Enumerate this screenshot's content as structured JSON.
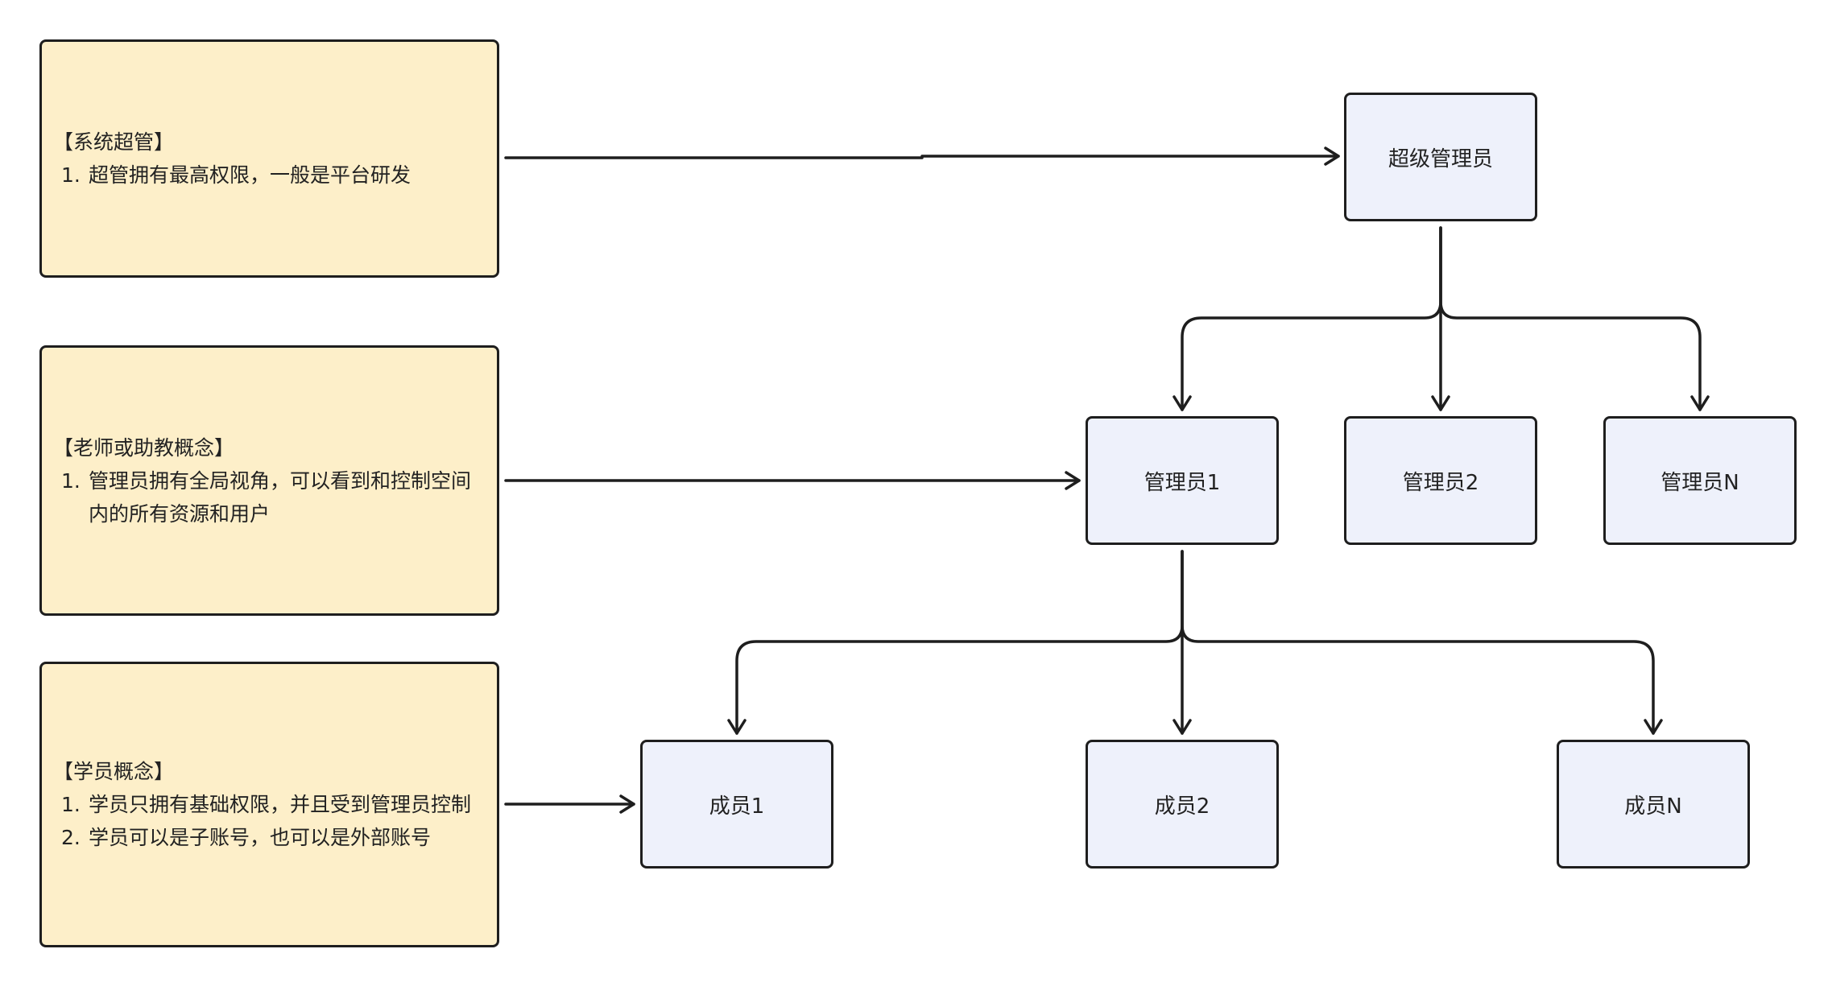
{
  "notes": [
    {
      "heading": "【系统超管】",
      "items": [
        {
          "num": "1.",
          "text": "超管拥有最高权限，一般是平台研发"
        }
      ]
    },
    {
      "heading": "【老师或助教概念】",
      "items": [
        {
          "num": "1.",
          "text": "管理员拥有全局视角，可以看到和控制空间内的所有资源和用户"
        }
      ]
    },
    {
      "heading": "【学员概念】",
      "items": [
        {
          "num": "1.",
          "text": "学员只拥有基础权限，并且受到管理员控制"
        },
        {
          "num": "2.",
          "text": "学员可以是子账号，也可以是外部账号"
        }
      ]
    }
  ],
  "nodes": {
    "super_admin": "超级管理员",
    "admin_1": "管理员1",
    "admin_2": "管理员2",
    "admin_n": "管理员N",
    "member_1": "成员1",
    "member_2": "成员2",
    "member_n": "成员N"
  },
  "colors": {
    "note_fill": "#fdefc9",
    "node_fill": "#eef1fb",
    "stroke": "#1e1e1e"
  }
}
